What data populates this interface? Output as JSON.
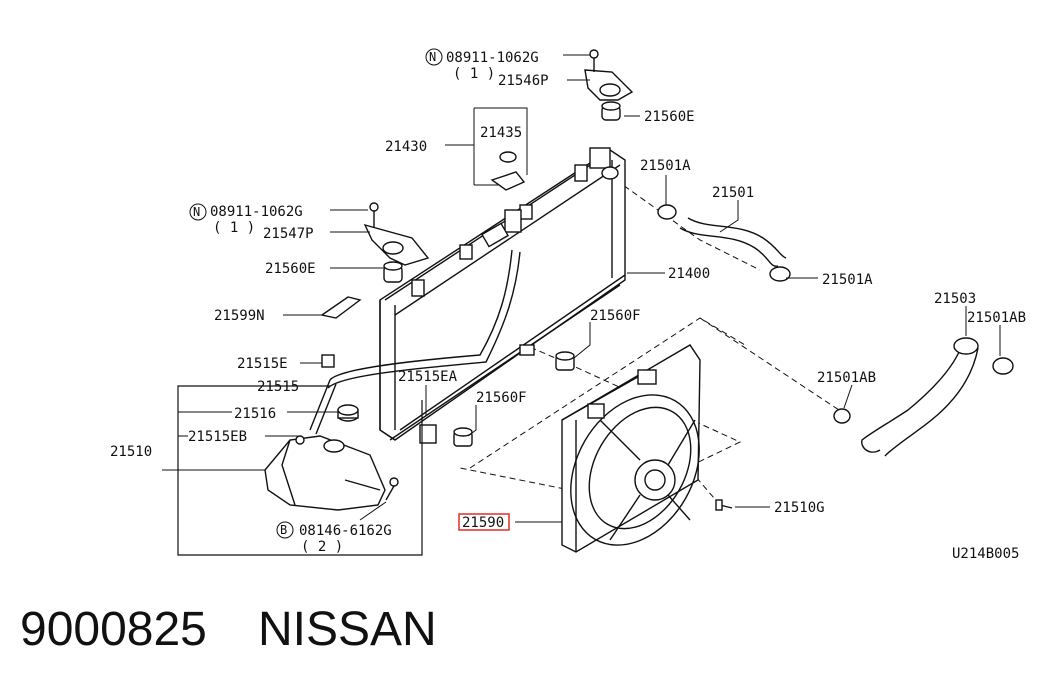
{
  "labels": {
    "bolt_top_code": "08911-1062G",
    "bolt_top_qty": "( 1 )",
    "bracket_top": "21546P",
    "grommet_top": "21560E",
    "cap_group": "21430",
    "cap": "21435",
    "fan_hose_clamp_a1": "21501A",
    "upper_hose": "21501",
    "radiator": "21400",
    "clamp_a2": "21501A",
    "bolt_mid_code": "08911-1062G",
    "bolt_mid_qty": "( 1 )",
    "bracket_mid": "21547P",
    "grommet_mid": "21560E",
    "label_sticker": "21599N",
    "grommet_f1": "21560F",
    "grommet_f2": "21560F",
    "clip": "21515E",
    "reservoir_hose": "21515",
    "reservoir_hose_ea": "21515EA",
    "reservoir_cap": "21516",
    "reservoir_eb": "21515EB",
    "reservoir_tank": "21510",
    "bolt_low_code": "08146-6162G",
    "bolt_low_qty": "( 2 )",
    "fan_shroud": "21590",
    "fan_bolt": "21510G",
    "lower_hose": "21503",
    "clamp_ab1": "21501AB",
    "clamp_ab2": "21501AB",
    "figure_code": "U214B005",
    "n_symbol": "N",
    "b_symbol": "B"
  },
  "footer": {
    "part_number": "9000825",
    "brand": "NISSAN"
  },
  "highlight_color": "#e53935"
}
